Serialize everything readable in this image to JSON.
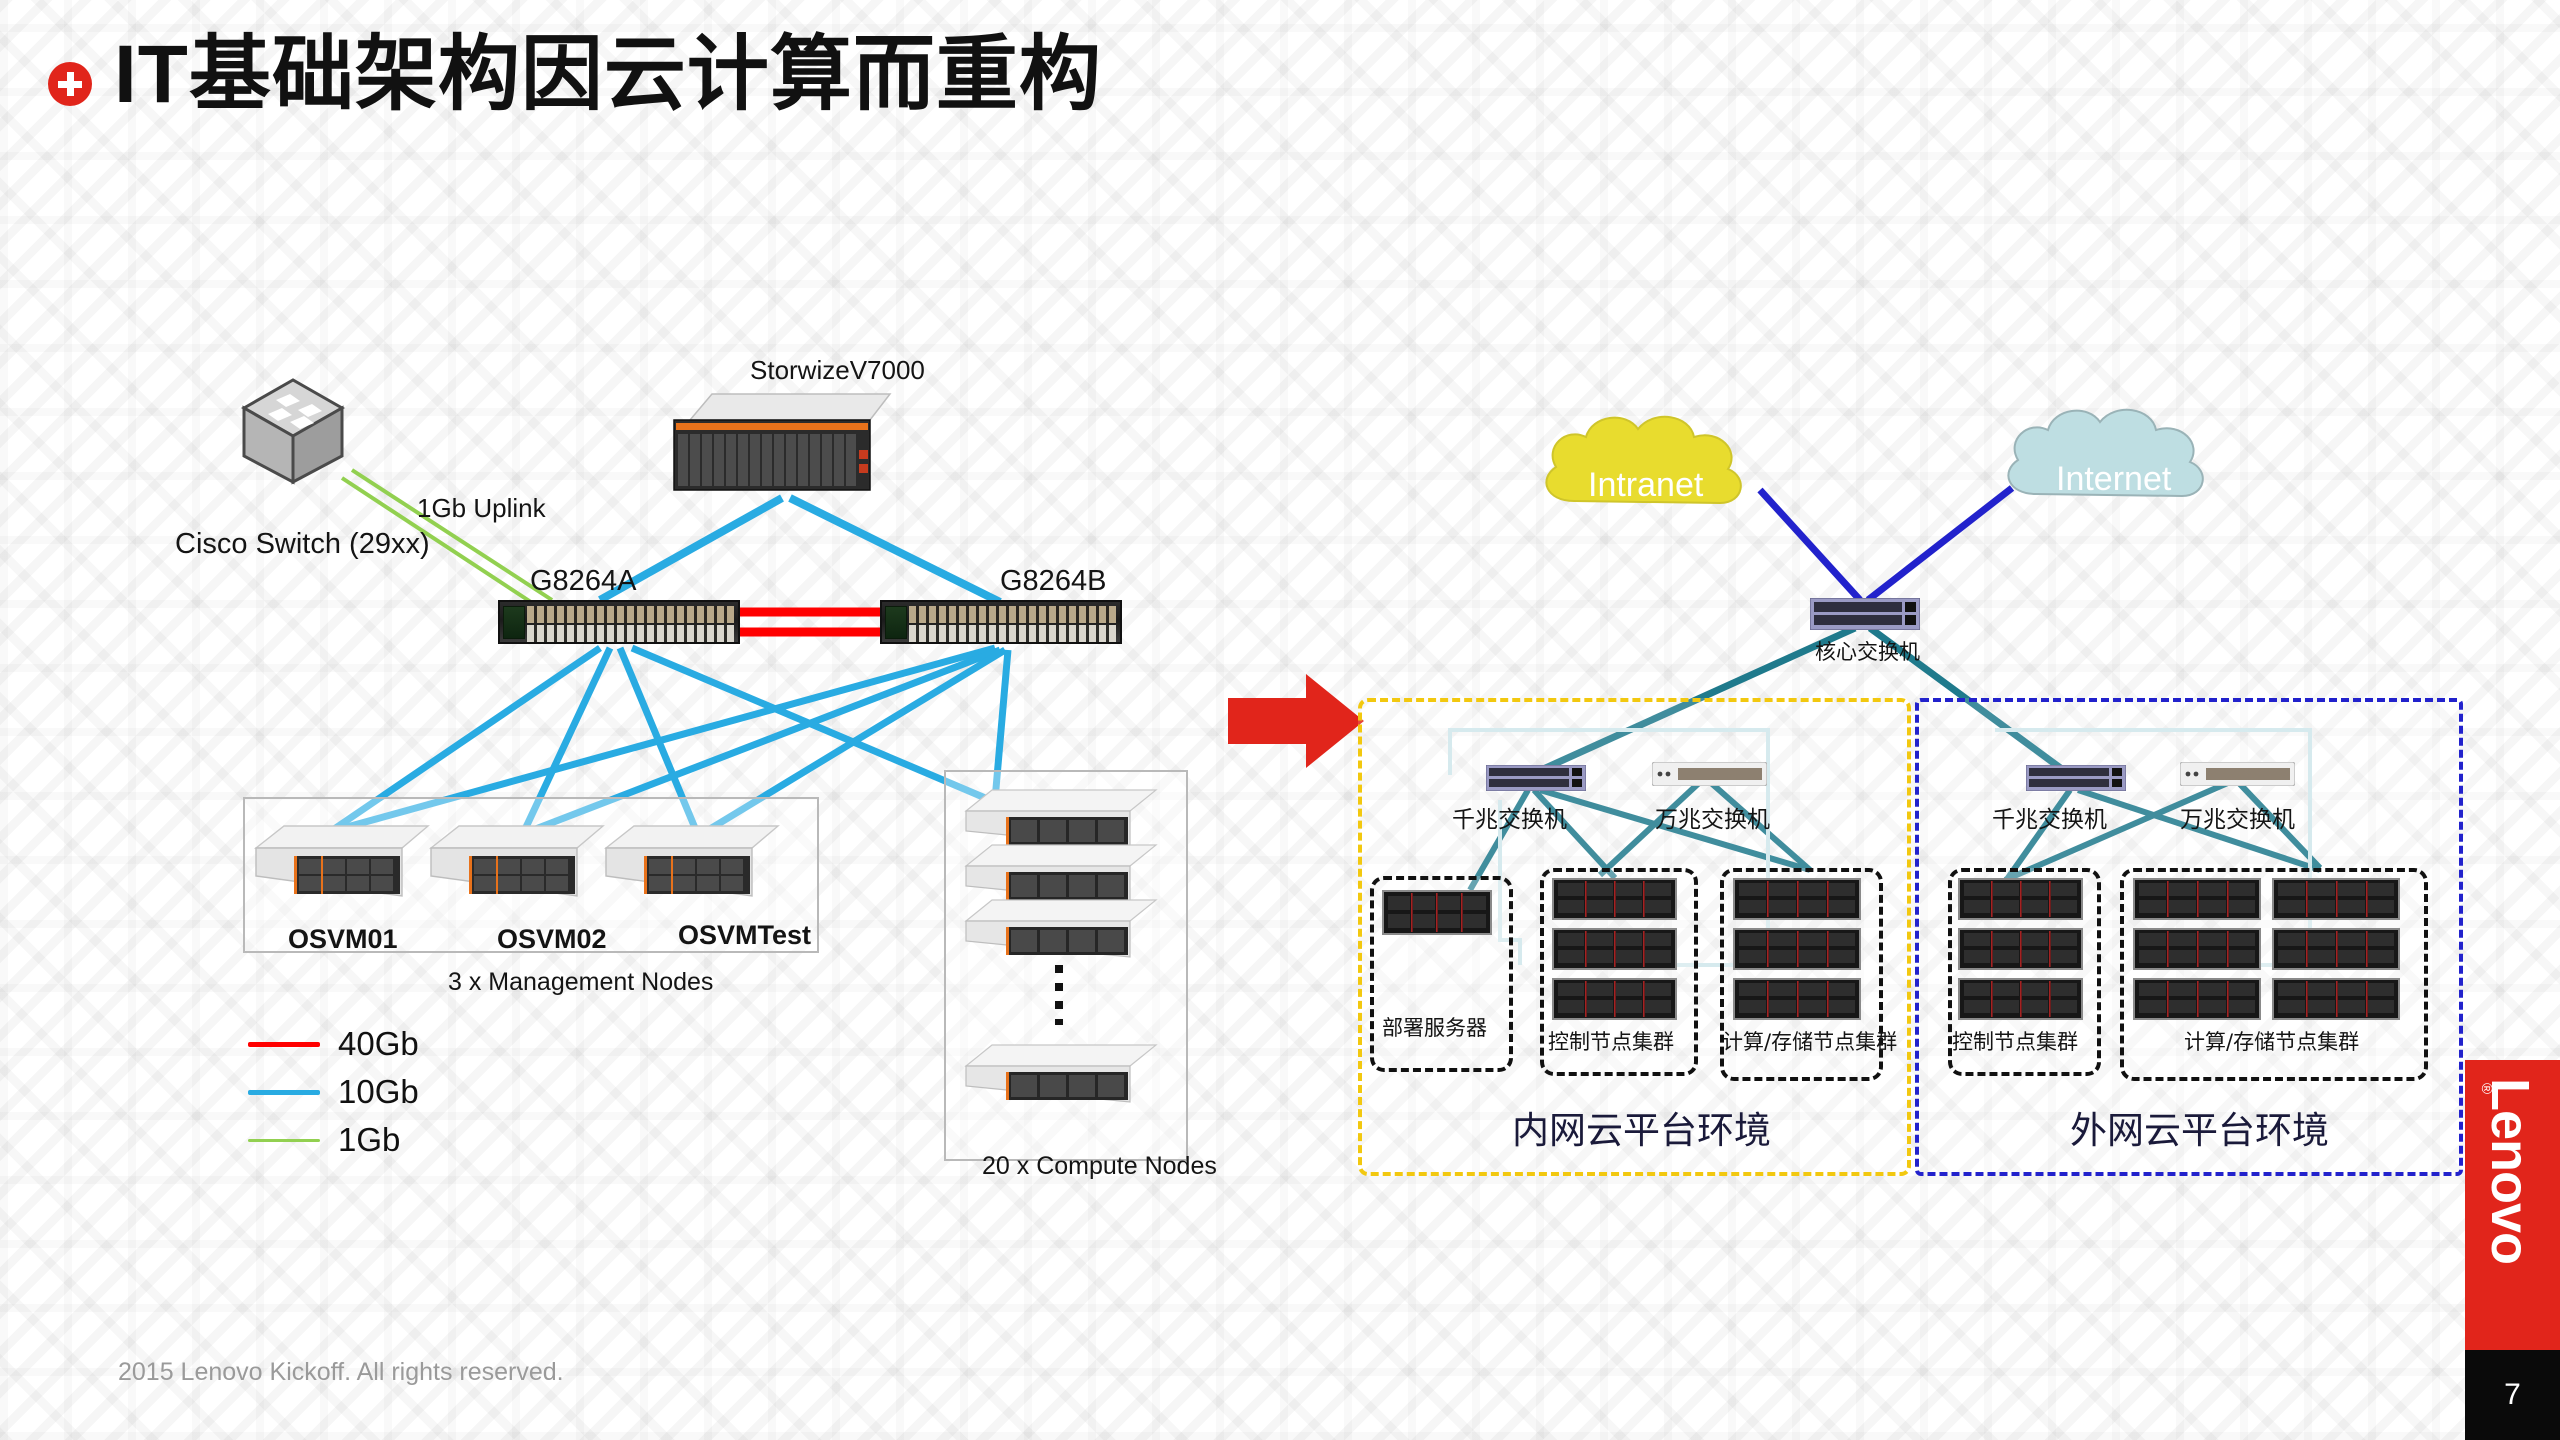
{
  "slide": {
    "title": "IT基础架构因云计算而重构",
    "bullet_icon": "plus-circle-icon",
    "footer": "2015 Lenovo Kickoff. All rights reserved.",
    "page_number": "7",
    "brand": "Lenovo",
    "brand_color": "#E1251B"
  },
  "left_diagram": {
    "name": "current-infrastructure-diagram",
    "nodes": {
      "cisco_switch": "Cisco Switch (29xx)",
      "uplink_label": "1Gb Uplink",
      "storage": "StorwizeV7000",
      "switch_a": "G8264A",
      "switch_b": "G8264B"
    },
    "management_nodes": {
      "caption": "3 x Management Nodes",
      "servers": [
        "OSVM01",
        "OSVM02",
        "OSVMTest"
      ]
    },
    "compute_nodes": {
      "caption": "20 x Compute Nodes"
    },
    "legend": {
      "title": "link-speed-legend",
      "items": [
        {
          "label": "40Gb",
          "color": "#FF0000"
        },
        {
          "label": "10Gb",
          "color": "#29ABE2"
        },
        {
          "label": "1Gb",
          "color": "#92D050"
        }
      ]
    }
  },
  "transition": {
    "arrow": "right-arrow-icon",
    "arrow_color": "#E1251B"
  },
  "right_diagram": {
    "name": "cloud-platform-architecture-diagram",
    "clouds": [
      {
        "label": "Intranet",
        "color": "#E8DC2E"
      },
      {
        "label": "Internet",
        "color": "#BEDEE2"
      }
    ],
    "core_switch": "核心交换机",
    "zones": [
      {
        "title": "内网云平台环境",
        "border_color": "#F2C80F",
        "switches": [
          "千兆交换机",
          "万兆交换机"
        ],
        "clusters": [
          {
            "label": "部署服务器",
            "rows": 1,
            "cols": 1
          },
          {
            "label": "控制节点集群",
            "rows": 3,
            "cols": 1
          },
          {
            "label": "计算/存储节点集群",
            "rows": 3,
            "cols": 1
          }
        ]
      },
      {
        "title": "外网云平台环境",
        "border_color": "#2222CC",
        "switches": [
          "千兆交换机",
          "万兆交换机"
        ],
        "clusters": [
          {
            "label": "控制节点集群",
            "rows": 3,
            "cols": 1
          },
          {
            "label": "计算/存储节点集群",
            "rows": 3,
            "cols": 2
          }
        ]
      }
    ]
  }
}
